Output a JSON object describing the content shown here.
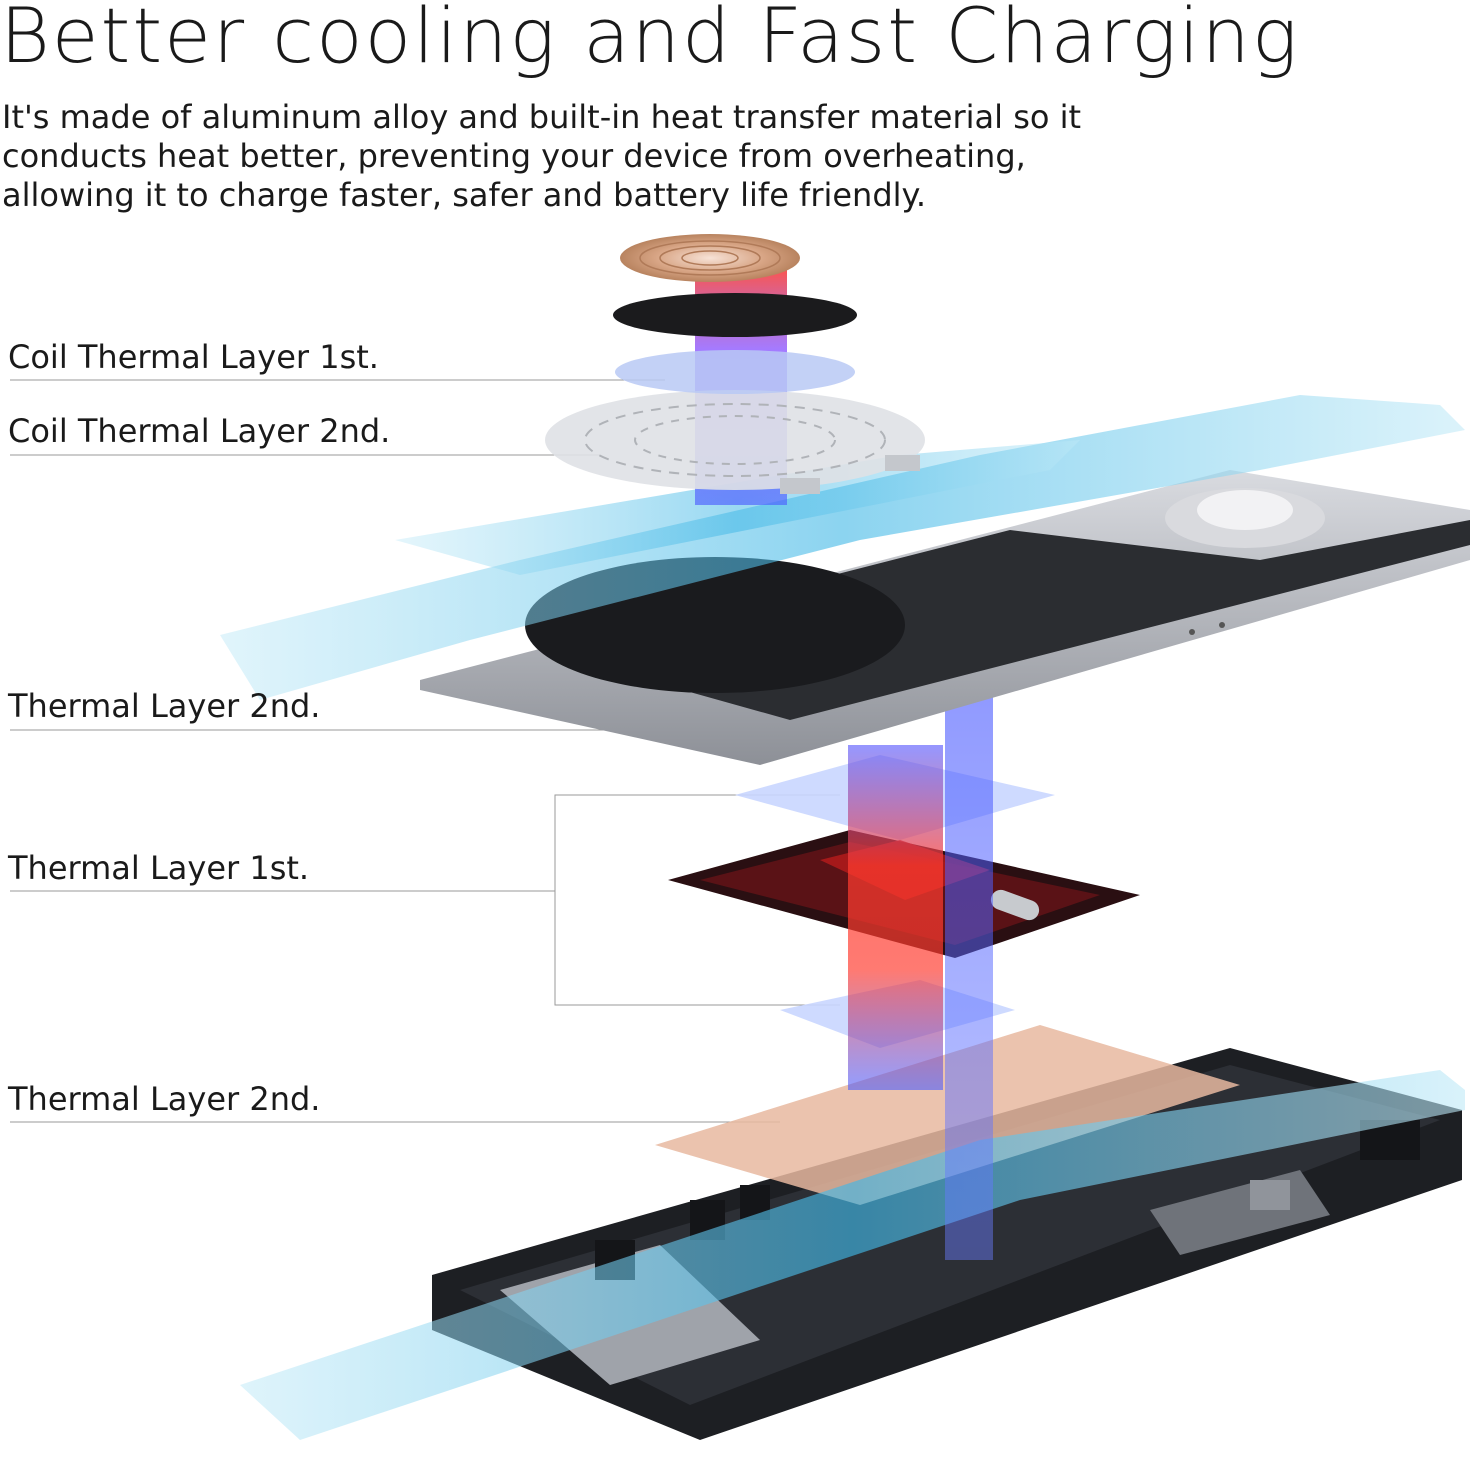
{
  "header": {
    "title": "Better cooling and Fast Charging",
    "description_lines": [
      "It's made of aluminum alloy and built-in heat transfer material so it",
      "conducts heat better, preventing your device from overheating,",
      "allowing it to charge faster, safer and battery life friendly."
    ]
  },
  "callouts": [
    {
      "label": "Coil Thermal Layer 1st."
    },
    {
      "label": "Coil Thermal Layer 2nd."
    },
    {
      "label": "Thermal Layer 2nd."
    },
    {
      "label": "Thermal Layer 1st."
    },
    {
      "label": "Thermal Layer 2nd."
    }
  ],
  "colors": {
    "heat": "#ff3b2f",
    "cool": "#4b5cff",
    "airflow": "#7fd3ee",
    "casing": "#b9bcc2",
    "copper": "#e8b9a0"
  }
}
